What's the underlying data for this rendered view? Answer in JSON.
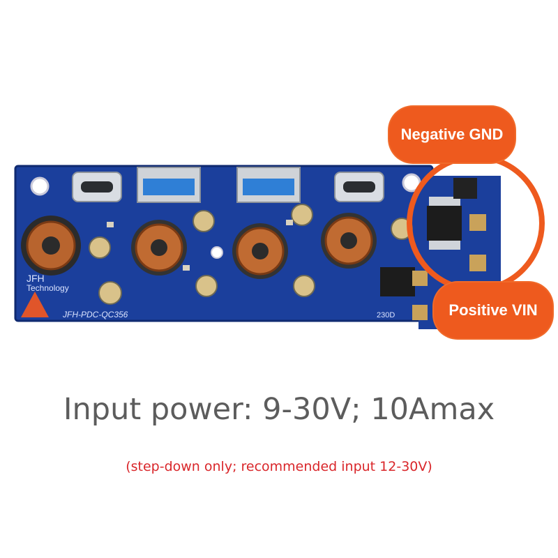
{
  "board": {
    "silkscreen_brand": "JFH",
    "silkscreen_technology": "Technology",
    "silkscreen_model": "JFH-PDC-QC356",
    "silkscreen_code": "230D",
    "colors": {
      "pcb": "#1b3f9c",
      "pcb_dark": "#12307a",
      "callout": "#ee5a1e",
      "pad": "#c9a25a"
    }
  },
  "callouts": {
    "negative": "Negative GND",
    "positive": "Positive VIN"
  },
  "headline": "Input power: 9-30V; 10Amax",
  "note": "(step-down only; recommended input 12-30V)"
}
